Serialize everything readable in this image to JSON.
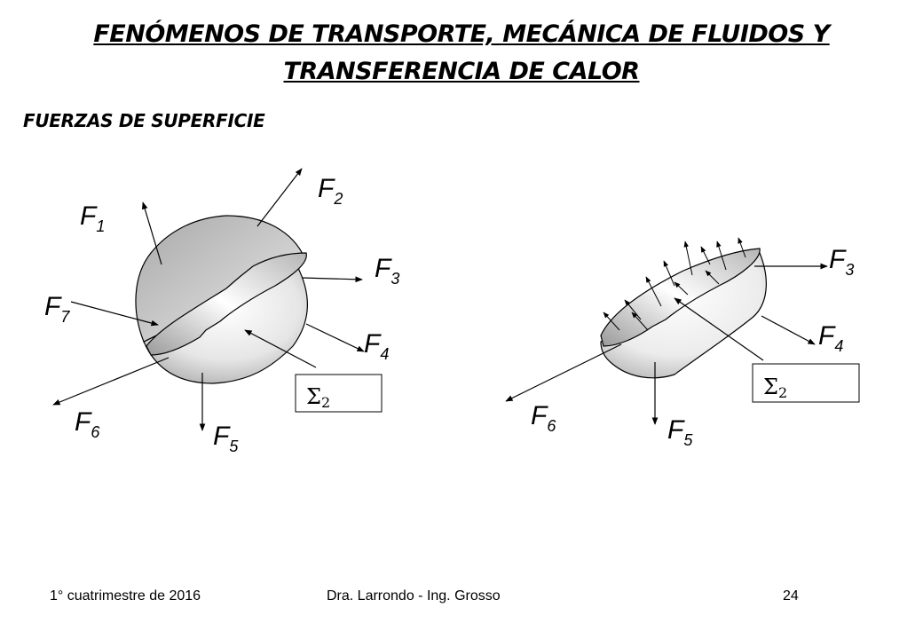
{
  "header": {
    "title_line1": "FENÓMENOS DE TRANSPORTE, MECÁNICA DE FLUIDOS Y",
    "title_line2": "TRANSFERENCIA DE CALOR",
    "subtitle": "FUERZAS DE SUPERFICIE"
  },
  "diagram": {
    "left_body": {
      "forces": [
        {
          "name": "F",
          "sub": "1"
        },
        {
          "name": "F",
          "sub": "2"
        },
        {
          "name": "F",
          "sub": "3"
        },
        {
          "name": "F",
          "sub": "4"
        },
        {
          "name": "F",
          "sub": "5"
        },
        {
          "name": "F",
          "sub": "6"
        },
        {
          "name": "F",
          "sub": "7"
        }
      ],
      "surface_label": {
        "symbol": "Σ",
        "sub": "2"
      }
    },
    "right_body": {
      "forces": [
        {
          "name": "F",
          "sub": "3"
        },
        {
          "name": "F",
          "sub": "4"
        },
        {
          "name": "F",
          "sub": "5"
        },
        {
          "name": "F",
          "sub": "6"
        }
      ],
      "surface_label": {
        "symbol": "Σ",
        "sub": "2"
      }
    }
  },
  "footer": {
    "left": "1° cuatrimestre de 2016",
    "center": "Dra. Larrondo - Ing. Grosso",
    "page": "24"
  }
}
